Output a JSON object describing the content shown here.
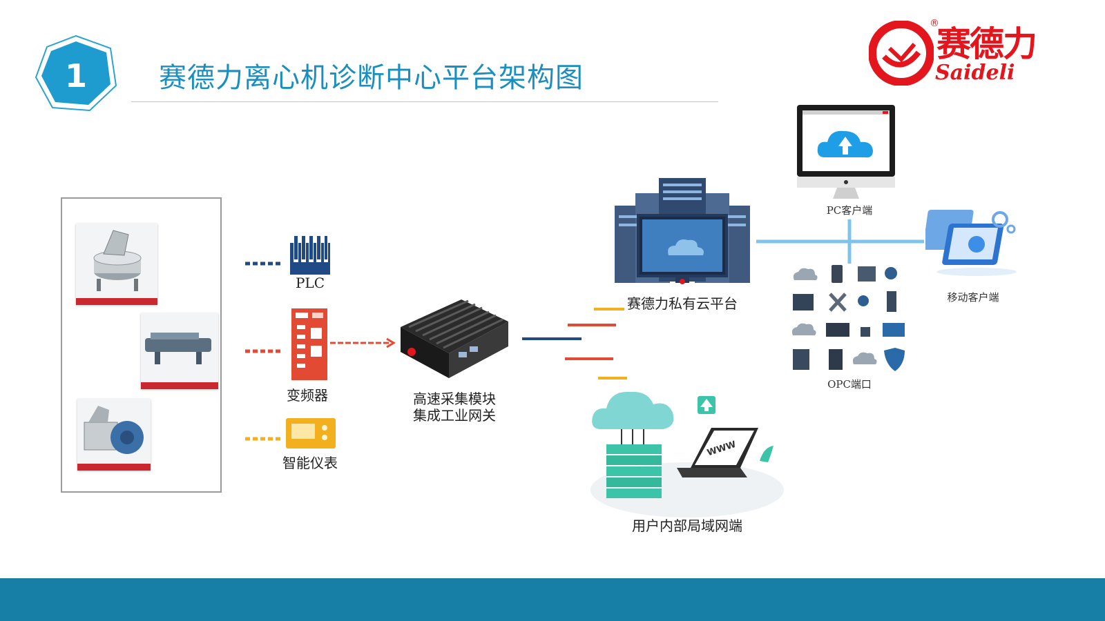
{
  "header": {
    "section_number": "1",
    "title": "赛德力离心机诊断中心平台架构图"
  },
  "logo": {
    "brand_cn": "赛德力",
    "brand_en": "Saideli",
    "registered_mark": "®",
    "color": "#e3161e"
  },
  "diagram": {
    "nodes": {
      "plc": "PLC",
      "inverter": "变频器",
      "smart_meter": "智能仪表",
      "gateway_line1": "高速采集模块",
      "gateway_line2": "集成工业网关",
      "private_cloud": "赛德力私有云平台",
      "pc_client": "PC客户端",
      "mobile_client": "移动客户端",
      "opc_port": "OPC端口",
      "lan": "用户内部局域网端",
      "lan_screen_text": "WWW"
    }
  },
  "colors": {
    "accent_blue": "#1a8fbf",
    "band_blue": "#177ea6",
    "plc_navy": "#1f4a86",
    "inverter_red": "#e34a33",
    "meter_yellow": "#f2b01e",
    "link_blue": "#7fc3ea",
    "server_green": "#3cc4a8"
  },
  "icons": [
    "plc-icon",
    "inverter-icon",
    "smart-meter-icon",
    "gateway-icon",
    "server-tower-icon",
    "monitor-cloud-icon",
    "mobile-devices-icon",
    "opc-icons-grid",
    "cloud-server-lan-icon"
  ]
}
